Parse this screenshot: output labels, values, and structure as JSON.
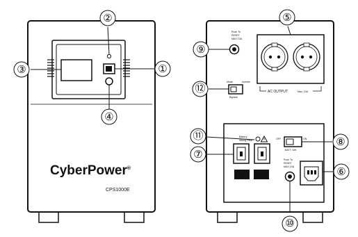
{
  "front": {
    "brand": "CyberPower",
    "brand_suffix": "®",
    "model": "CPS1000E"
  },
  "rear": {
    "reset_label_top_line1": "Push To",
    "reset_label_top_line2": "RESET",
    "reset_label_top_line3": "MAX 10A",
    "switch_left_label": "Mode",
    "switch_right_label": "Inverter",
    "switch_bottom_label": "Bypass",
    "ac_output_label": "AC OUTPUT",
    "ac_output_rating": "Max. 10A",
    "wiring_fault_line1": "Battery",
    "wiring_fault_line2": "Wiring Fault",
    "bat_switch_off": "OFF",
    "bat_switch_on": "ON",
    "bat_switch_label": "BATT. SW",
    "reset_label_bottom_line1": "Push To",
    "reset_label_bottom_line2": "RESET",
    "reset_label_bottom_line3": "MAX 10A"
  },
  "callouts": {
    "c1": "①",
    "c2": "②",
    "c3": "③",
    "c4": "④",
    "c5": "⑤",
    "c6": "⑥",
    "c7": "⑦",
    "c8": "⑧",
    "c9": "⑨",
    "c10": "⑩",
    "c11": "⑪",
    "c12": "⑫"
  }
}
